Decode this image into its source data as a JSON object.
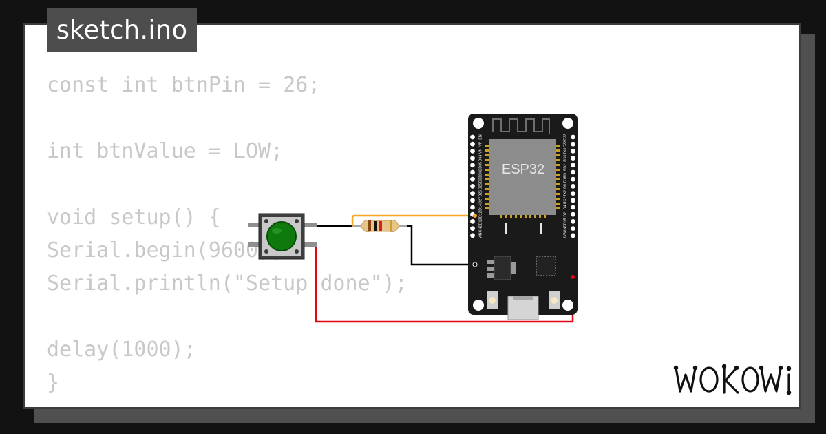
{
  "file_tab": {
    "label": "sketch.ino"
  },
  "code_lines": [
    "const int btnPin = 26;",
    "",
    "int btnValue = LOW;",
    "",
    "void setup() {",
    "Serial.begin(9600);",
    "Serial.println(\"Setup done\");",
    "",
    "delay(1000);",
    "}"
  ],
  "board": {
    "chip_label": "ESP32",
    "left_pins": [
      "EN",
      "VP",
      "VN",
      "D34",
      "D35",
      "D32",
      "D33",
      "D25",
      "D26",
      "D27",
      "D14",
      "D12",
      "D13",
      "GND",
      "VIN"
    ],
    "right_pins": [
      "D23",
      "D22",
      "TX0",
      "RX0",
      "D21",
      "D19",
      "D18",
      "D5",
      "TX2",
      "RX2",
      "D4",
      "D2",
      "D15",
      "GND",
      "3V3"
    ]
  },
  "colors": {
    "wire_signal": "#f5a623",
    "wire_ground": "#000000",
    "wire_power": "#e30613",
    "button_cap": "#0e7a0e",
    "board": "#1a1a1a"
  },
  "logo": {
    "name": "wokwi-logo"
  }
}
